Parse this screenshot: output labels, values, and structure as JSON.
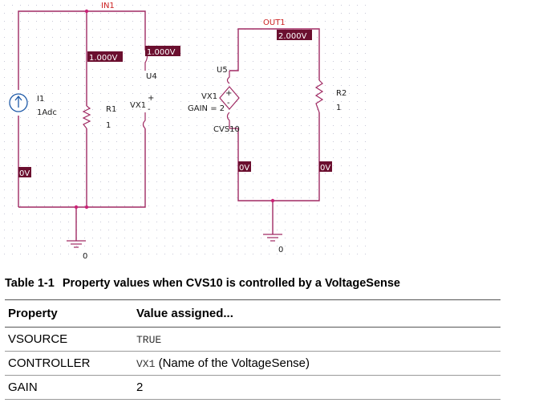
{
  "schematic": {
    "net_in": "IN1",
    "net_out": "OUT1",
    "source_ref": "I1",
    "source_value": "1Adc",
    "resistor1_ref": "R1",
    "resistor1_value": "1",
    "probe_ref": "U4",
    "probe_name": "VX1",
    "plus_sign": "+",
    "minus_sign": "-",
    "cvs_ref": "U5",
    "cvs_ctrl": "VX1",
    "cvs_gain": "GAIN = 2",
    "cvs_name": "CVS10",
    "resistor2_ref": "R2",
    "resistor2_value": "1",
    "volt_in_left": "1.000V",
    "volt_in_right": "1.000V",
    "volt_out": "2.000V",
    "volt_zero_left": "0V",
    "volt_zero_mid": "0V",
    "volt_zero_right": "0V",
    "ground_left_label": "0",
    "ground_right_label": "0",
    "colors": {
      "wire": "#a02a63",
      "voltage_bg": "#6b0f2f",
      "net_label": "#cc2222",
      "grid_dot": "#c8c8d8"
    }
  },
  "table": {
    "caption_number": "Table 1-1",
    "caption_text": "Property values when CVS10 is controlled by a VoltageSense",
    "header_property": "Property",
    "header_value": "Value assigned...",
    "rows": [
      {
        "property": "VSOURCE",
        "value_code": "TRUE",
        "value_text": ""
      },
      {
        "property": "CONTROLLER",
        "value_code": "VX1",
        "value_text": " (Name of the VoltageSense)"
      },
      {
        "property": "GAIN",
        "value_code": "",
        "value_text": "2"
      }
    ]
  }
}
